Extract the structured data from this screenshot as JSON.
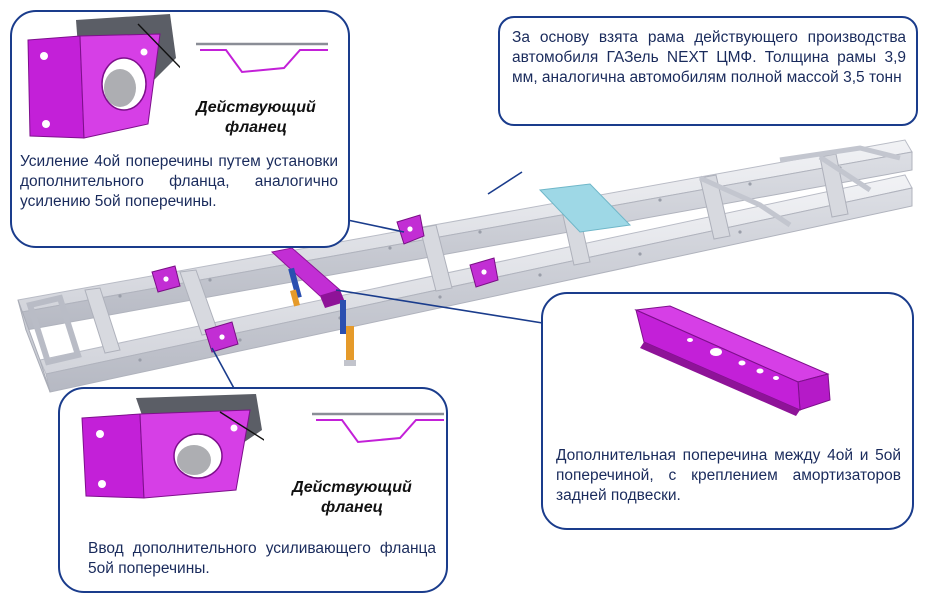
{
  "colors": {
    "frame": "#e3e4e9",
    "frame_edge": "#b9bcc6",
    "accent": "#b21dc4",
    "accent_light": "#d63fe6",
    "callout_border": "#1a3c8c",
    "text": "#1a2b5c",
    "damper": "#e59a2a",
    "spring": "#2a4fb0",
    "crossmember_cyan": "#9ed8e6"
  },
  "callouts": {
    "top_right": {
      "text": "За основу взята рама действующего производства автомобиля ГАЗель NEXT ЦМФ. Толщина рамы 3,9 мм, аналогична автомобилям полной массой 3,5 тонн"
    },
    "top_left": {
      "label_line1": "Действующий",
      "label_line2": "фланец",
      "text": "Усиление 4ой поперечины путем установки дополнительного фланца, аналогично усилению 5ой поперечины."
    },
    "bottom_left": {
      "label_line1": "Действующий",
      "label_line2": "фланец",
      "text": "Ввод дополнительного усиливающего фланца 5ой поперечины."
    },
    "right": {
      "text": "Дополнительная поперечина между 4ой и 5ой поперечиной, с креплением амортизаторов задней подвески."
    }
  },
  "icons": [
    "flange-part-icon",
    "crossmember-part-icon",
    "chassis-frame-icon"
  ]
}
